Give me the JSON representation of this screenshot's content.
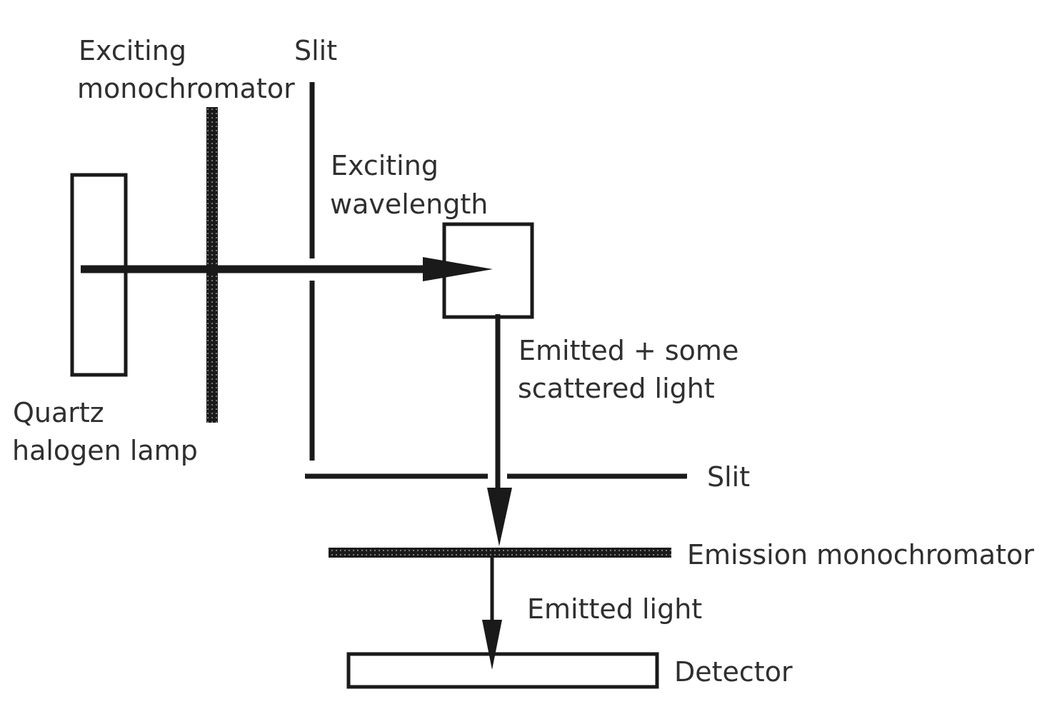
{
  "labels": {
    "exciting_monochromator": [
      "Exciting",
      "monochromator"
    ],
    "slit_top": "Slit",
    "exciting_wavelength": [
      "Exciting",
      "wavelength"
    ],
    "emitted_scattered": [
      "Emitted + some",
      "scattered light"
    ],
    "quartz_lamp": [
      "Quartz",
      "halogen lamp"
    ],
    "slit_bottom": "Slit",
    "emission_monochromator": "Emission monochromator",
    "emitted_light": "Emitted light",
    "detector": "Detector"
  },
  "colors": {
    "stroke": "#1a1a1a",
    "text": "#2f2f2f",
    "background": "#ffffff"
  }
}
